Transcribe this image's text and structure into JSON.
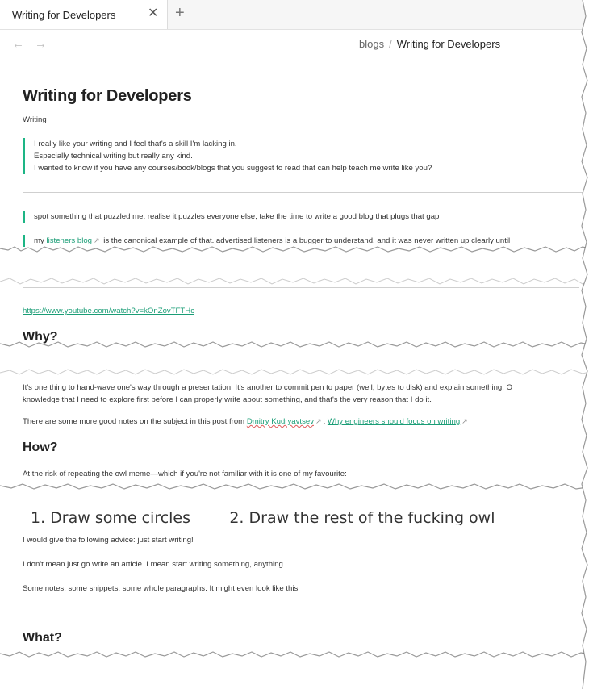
{
  "tabs": [
    {
      "title": "Writing for Developers"
    }
  ],
  "breadcrumb": {
    "parent": "blogs",
    "separator": "/",
    "current": "Writing for Developers"
  },
  "doc": {
    "title": "Writing for Developers",
    "tag": "Writing",
    "quote1": [
      "I really like your writing and I feel that's a skill I'm lacking in.",
      "Especially technical writing but really any kind.",
      "I wanted to know if you have any courses/book/blogs that you suggest to read that can help teach me write like you?"
    ],
    "quote2": "spot something that puzzled me, realise it puzzles everyone else, take the time to write a good blog that plugs that gap",
    "quote3": {
      "prefix": "my ",
      "link": "listeners blog",
      "suffix": " is the canonical example of that. advertised.listeners is a bugger to understand, and it was never written up clearly until"
    },
    "video_link": "https://www.youtube.com/watch?v=kOnZovTFTHc",
    "why_heading": "Why?",
    "why_para": [
      "It's one thing to hand-wave one's way through a presentation. It's another to commit pen to paper (well, bytes to disk) and explain something. O",
      "knowledge that I need to explore first before I can properly write about something, and that's the very reason that I do it."
    ],
    "notes": {
      "prefix": "There are some more good notes on the subject in this post from ",
      "author": "Dmitry Kudryavtsev",
      "colon": ": ",
      "article": "Why engineers should focus on writing"
    },
    "how_heading": "How?",
    "how_para": "At the risk of repeating the owl meme—which if you're not familiar with it is one of my favourite:",
    "owl_partial": "1. Draw some circles        2. Draw the rest of the fucking owl",
    "advice": "I would give the following advice: just start writing!",
    "advice2": "I don't mean just go write an article. I mean start writing something, anything.",
    "advice3": "Some notes, some snippets, some whole paragraphs. It might even look like this",
    "what_heading": "What?"
  },
  "icons": {
    "close": "close-icon",
    "add": "plus-icon",
    "back": "arrow-left-icon",
    "forward": "arrow-right-icon",
    "external": "external-link-icon"
  },
  "colors": {
    "accent": "#1db585",
    "link": "#1a9d76"
  }
}
